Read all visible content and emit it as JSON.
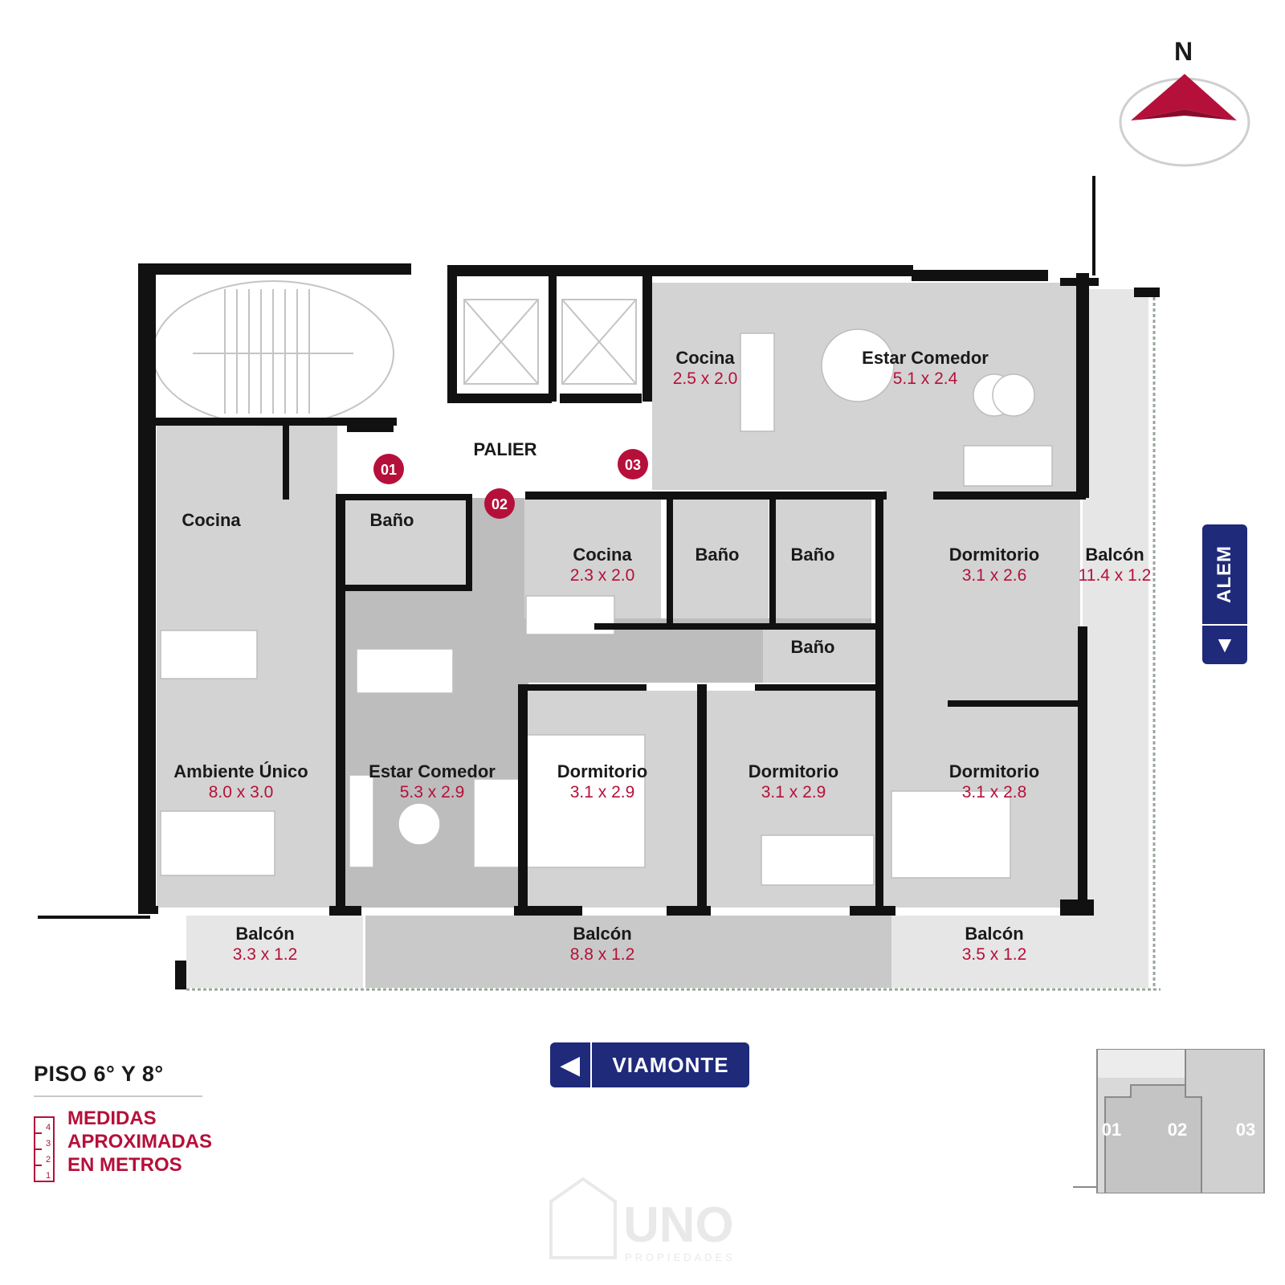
{
  "compass": {
    "label": "N"
  },
  "lobby": {
    "label": "PALIER"
  },
  "units": [
    {
      "id": "01"
    },
    {
      "id": "02"
    },
    {
      "id": "03"
    }
  ],
  "rooms": {
    "u03_cocina": {
      "name": "Cocina",
      "dim": "2.5 x 2.0"
    },
    "u03_estar": {
      "name": "Estar Comedor",
      "dim": "5.1 x 2.4"
    },
    "u01_cocina": {
      "name": "Cocina"
    },
    "u02_bano1": {
      "name": "Baño"
    },
    "u02_cocina": {
      "name": "Cocina",
      "dim": "2.3 x 2.0"
    },
    "u02_bano2": {
      "name": "Baño"
    },
    "u03_bano1": {
      "name": "Baño"
    },
    "u03_bano2": {
      "name": "Baño"
    },
    "u03_dorm1": {
      "name": "Dormitorio",
      "dim": "3.1 x 2.6"
    },
    "u03_balcon_e": {
      "name": "Balcón",
      "dim": "11.4 x 1.2"
    },
    "u01_ambiente": {
      "name": "Ambiente Único",
      "dim": "8.0 x 3.0"
    },
    "u02_estar": {
      "name": "Estar Comedor",
      "dim": "5.3 x 2.9"
    },
    "u02_dorm1": {
      "name": "Dormitorio",
      "dim": "3.1 x 2.9"
    },
    "u02_dorm2": {
      "name": "Dormitorio",
      "dim": "3.1 x 2.9"
    },
    "u03_dorm2": {
      "name": "Dormitorio",
      "dim": "3.1 x 2.8"
    },
    "u01_balcon": {
      "name": "Balcón",
      "dim": "3.3 x 1.2"
    },
    "u02_balcon": {
      "name": "Balcón",
      "dim": "8.8 x 1.2"
    },
    "u03_balcon_s": {
      "name": "Balcón",
      "dim": "3.5 x 1.2"
    }
  },
  "streets": {
    "south": {
      "label": "VIAMONTE",
      "arrow": "left-arrow-icon"
    },
    "east": {
      "label": "ALEM",
      "arrow": "down-arrow-icon"
    }
  },
  "legend": {
    "floor": "PISO 6° Y 8°",
    "measure_lines": [
      "MEDIDAS",
      "APROXIMADAS",
      "EN METROS"
    ],
    "ruler_ticks": [
      "4",
      "3",
      "2",
      "1"
    ]
  },
  "keymap": {
    "labels": [
      "01",
      "02",
      "03"
    ]
  },
  "watermark": {
    "brand": "UNO",
    "tagline": "PROPIEDADES"
  },
  "colors": {
    "accent": "#b5103a",
    "street": "#1f2a7a",
    "wall": "#111111",
    "floor_gray": "#d3d3d3",
    "floor_dark": "#bdbdbd"
  }
}
